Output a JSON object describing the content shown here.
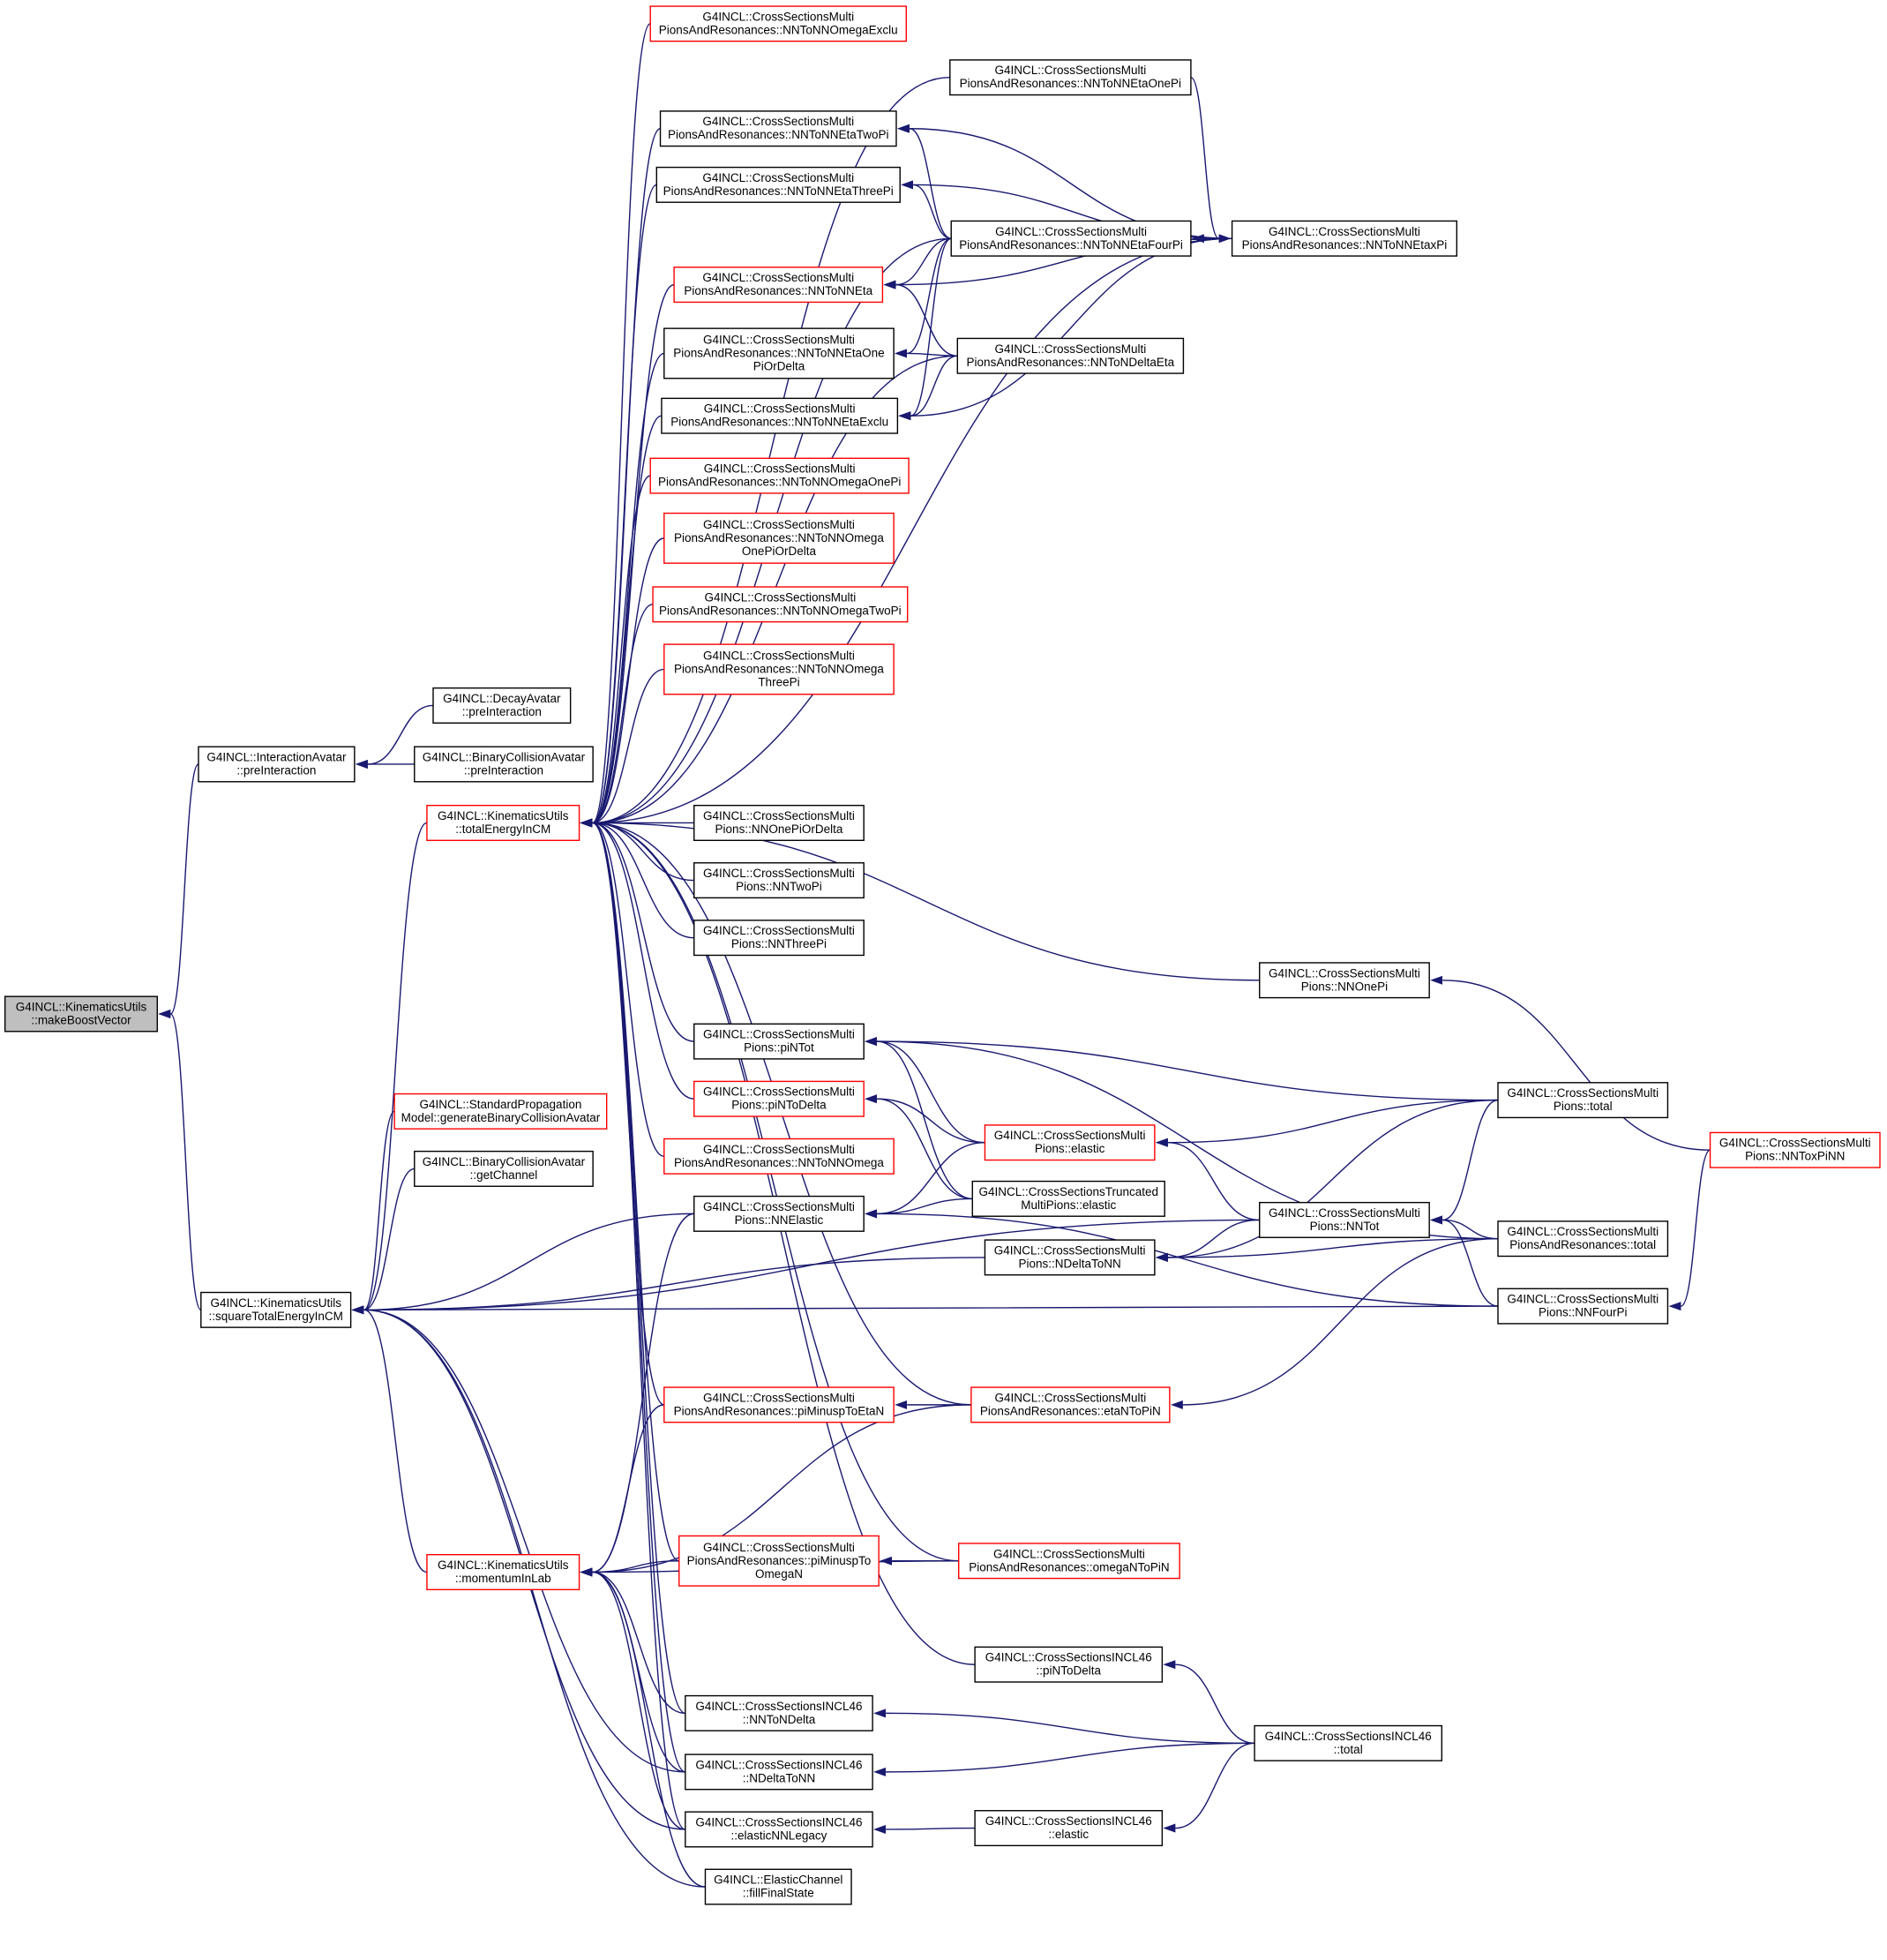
{
  "colors": {
    "edge": "#191970",
    "focus_fill": "#bfbfbf",
    "normal_border": "#000000",
    "truncated_border": "#ff0000",
    "background": "#ffffff"
  },
  "nodes": [
    {
      "id": "make",
      "lines": [
        "G4INCL::KinematicsUtils",
        "::makeBoostVector"
      ],
      "kind": "focus"
    },
    {
      "id": "ia_pre",
      "lines": [
        "G4INCL::InteractionAvatar",
        "::preInteraction"
      ],
      "kind": "normal"
    },
    {
      "id": "sqr",
      "lines": [
        "G4INCL::KinematicsUtils",
        "::squareTotalEnergyInCM"
      ],
      "kind": "normal"
    },
    {
      "id": "decay_pre",
      "lines": [
        "G4INCL::DecayAvatar",
        "::preInteraction"
      ],
      "kind": "normal"
    },
    {
      "id": "bca_pre",
      "lines": [
        "G4INCL::BinaryCollisionAvatar",
        "::preInteraction"
      ],
      "kind": "normal"
    },
    {
      "id": "tot",
      "lines": [
        "G4INCL::KinematicsUtils",
        "::totalEnergyInCM"
      ],
      "kind": "truncated"
    },
    {
      "id": "spm",
      "lines": [
        "G4INCL::StandardPropagation",
        "Model::generateBinaryCollisionAvatar"
      ],
      "kind": "truncated"
    },
    {
      "id": "bca_gc",
      "lines": [
        "G4INCL::BinaryCollisionAvatar",
        "::getChannel"
      ],
      "kind": "normal"
    },
    {
      "id": "mom",
      "lines": [
        "G4INCL::KinematicsUtils",
        "::momentumInLab"
      ],
      "kind": "truncated"
    },
    {
      "id": "omegaExclu",
      "lines": [
        "G4INCL::CrossSectionsMulti",
        "PionsAndResonances::NNToNNOmegaExclu"
      ],
      "kind": "truncated"
    },
    {
      "id": "etaTwoPi",
      "lines": [
        "G4INCL::CrossSectionsMulti",
        "PionsAndResonances::NNToNNEtaTwoPi"
      ],
      "kind": "normal"
    },
    {
      "id": "etaThreePi",
      "lines": [
        "G4INCL::CrossSectionsMulti",
        "PionsAndResonances::NNToNNEtaThreePi"
      ],
      "kind": "normal"
    },
    {
      "id": "nnEta",
      "lines": [
        "G4INCL::CrossSectionsMulti",
        "PionsAndResonances::NNToNNEta"
      ],
      "kind": "truncated"
    },
    {
      "id": "etaOnePiOrDelta",
      "lines": [
        "G4INCL::CrossSectionsMulti",
        "PionsAndResonances::NNToNNEtaOne",
        "PiOrDelta"
      ],
      "kind": "normal"
    },
    {
      "id": "etaExclu",
      "lines": [
        "G4INCL::CrossSectionsMulti",
        "PionsAndResonances::NNToNNEtaExclu"
      ],
      "kind": "normal"
    },
    {
      "id": "omegaOnePi",
      "lines": [
        "G4INCL::CrossSectionsMulti",
        "PionsAndResonances::NNToNNOmegaOnePi"
      ],
      "kind": "truncated"
    },
    {
      "id": "omegaOnePiOrDelta",
      "lines": [
        "G4INCL::CrossSectionsMulti",
        "PionsAndResonances::NNToNNOmega",
        "OnePiOrDelta"
      ],
      "kind": "truncated"
    },
    {
      "id": "omegaTwoPi",
      "lines": [
        "G4INCL::CrossSectionsMulti",
        "PionsAndResonances::NNToNNOmegaTwoPi"
      ],
      "kind": "truncated"
    },
    {
      "id": "omegaThreePi",
      "lines": [
        "G4INCL::CrossSectionsMulti",
        "PionsAndResonances::NNToNNOmega",
        "ThreePi"
      ],
      "kind": "truncated"
    },
    {
      "id": "nnOnePiOrDelta",
      "lines": [
        "G4INCL::CrossSectionsMulti",
        "Pions::NNOnePiOrDelta"
      ],
      "kind": "normal"
    },
    {
      "id": "nnTwoPi",
      "lines": [
        "G4INCL::CrossSectionsMulti",
        "Pions::NNTwoPi"
      ],
      "kind": "normal"
    },
    {
      "id": "nnThreePi",
      "lines": [
        "G4INCL::CrossSectionsMulti",
        "Pions::NNThreePi"
      ],
      "kind": "normal"
    },
    {
      "id": "piNTot",
      "lines": [
        "G4INCL::CrossSectionsMulti",
        "Pions::piNTot"
      ],
      "kind": "normal"
    },
    {
      "id": "piNToDelta",
      "lines": [
        "G4INCL::CrossSectionsMulti",
        "Pions::piNToDelta"
      ],
      "kind": "truncated"
    },
    {
      "id": "nnOmega",
      "lines": [
        "G4INCL::CrossSectionsMulti",
        "PionsAndResonances::NNToNNOmega"
      ],
      "kind": "truncated"
    },
    {
      "id": "nnElastic",
      "lines": [
        "G4INCL::CrossSectionsMulti",
        "Pions::NNElastic"
      ],
      "kind": "normal"
    },
    {
      "id": "piMinuspToEtaN",
      "lines": [
        "G4INCL::CrossSectionsMulti",
        "PionsAndResonances::piMinuspToEtaN"
      ],
      "kind": "truncated"
    },
    {
      "id": "piMinuspToOmegaN",
      "lines": [
        "G4INCL::CrossSectionsMulti",
        "PionsAndResonances::piMinuspTo",
        "OmegaN"
      ],
      "kind": "truncated"
    },
    {
      "id": "i46_nnToNDelta",
      "lines": [
        "G4INCL::CrossSectionsINCL46",
        "::NNToNDelta"
      ],
      "kind": "normal"
    },
    {
      "id": "i46_nDeltaToNN",
      "lines": [
        "G4INCL::CrossSectionsINCL46",
        "::NDeltaToNN"
      ],
      "kind": "normal"
    },
    {
      "id": "i46_elasticNNLegacy",
      "lines": [
        "G4INCL::CrossSectionsINCL46",
        "::elasticNNLegacy"
      ],
      "kind": "normal"
    },
    {
      "id": "elasticChannel",
      "lines": [
        "G4INCL::ElasticChannel",
        "::fillFinalState"
      ],
      "kind": "normal"
    },
    {
      "id": "etaOnePi",
      "lines": [
        "G4INCL::CrossSectionsMulti",
        "PionsAndResonances::NNToNNEtaOnePi"
      ],
      "kind": "normal"
    },
    {
      "id": "etaFourPi",
      "lines": [
        "G4INCL::CrossSectionsMulti",
        "PionsAndResonances::NNToNNEtaFourPi"
      ],
      "kind": "normal"
    },
    {
      "id": "nDeltaEta",
      "lines": [
        "G4INCL::CrossSectionsMulti",
        "PionsAndResonances::NNToNDeltaEta"
      ],
      "kind": "normal"
    },
    {
      "id": "nnOnePi",
      "lines": [
        "G4INCL::CrossSectionsMulti",
        "Pions::NNOnePi"
      ],
      "kind": "normal"
    },
    {
      "id": "mpElastic",
      "lines": [
        "G4INCL::CrossSectionsMulti",
        "Pions::elastic"
      ],
      "kind": "truncated"
    },
    {
      "id": "truncElastic",
      "lines": [
        "G4INCL::CrossSectionsTruncated",
        "MultiPions::elastic"
      ],
      "kind": "normal"
    },
    {
      "id": "nDeltaToNN",
      "lines": [
        "G4INCL::CrossSectionsMulti",
        "Pions::NDeltaToNN"
      ],
      "kind": "normal"
    },
    {
      "id": "etaNToPiN",
      "lines": [
        "G4INCL::CrossSectionsMulti",
        "PionsAndResonances::etaNToPiN"
      ],
      "kind": "truncated"
    },
    {
      "id": "omegaNToPiN",
      "lines": [
        "G4INCL::CrossSectionsMulti",
        "PionsAndResonances::omegaNToPiN"
      ],
      "kind": "truncated"
    },
    {
      "id": "i46_piNToDelta",
      "lines": [
        "G4INCL::CrossSectionsINCL46",
        "::piNToDelta"
      ],
      "kind": "normal"
    },
    {
      "id": "i46_elastic",
      "lines": [
        "G4INCL::CrossSectionsINCL46",
        "::elastic"
      ],
      "kind": "normal"
    },
    {
      "id": "etaxPi",
      "lines": [
        "G4INCL::CrossSectionsMulti",
        "PionsAndResonances::NNToNNEtaxPi"
      ],
      "kind": "normal"
    },
    {
      "id": "mpTotal",
      "lines": [
        "G4INCL::CrossSectionsMulti",
        "Pions::total"
      ],
      "kind": "normal"
    },
    {
      "id": "nnTot",
      "lines": [
        "G4INCL::CrossSectionsMulti",
        "Pions::NNTot"
      ],
      "kind": "normal"
    },
    {
      "id": "mprTotal",
      "lines": [
        "G4INCL::CrossSectionsMulti",
        "PionsAndResonances::total"
      ],
      "kind": "normal"
    },
    {
      "id": "nnFourPi",
      "lines": [
        "G4INCL::CrossSectionsMulti",
        "Pions::NNFourPi"
      ],
      "kind": "normal"
    },
    {
      "id": "i46_total",
      "lines": [
        "G4INCL::CrossSectionsINCL46",
        "::total"
      ],
      "kind": "normal"
    },
    {
      "id": "nnToxPiNN",
      "lines": [
        "G4INCL::CrossSectionsMulti",
        "Pions::NNToxPiNN"
      ],
      "kind": "truncated"
    }
  ],
  "edges": [
    {
      "from": "ia_pre",
      "to": "make"
    },
    {
      "from": "sqr",
      "to": "make"
    },
    {
      "from": "decay_pre",
      "to": "ia_pre"
    },
    {
      "from": "bca_pre",
      "to": "ia_pre"
    },
    {
      "from": "tot",
      "to": "sqr"
    },
    {
      "from": "spm",
      "to": "sqr"
    },
    {
      "from": "bca_gc",
      "to": "sqr"
    },
    {
      "from": "mom",
      "to": "sqr"
    },
    {
      "from": "nnElastic",
      "to": "sqr"
    },
    {
      "from": "nDeltaToNN",
      "to": "sqr"
    },
    {
      "from": "nnTot",
      "to": "sqr"
    },
    {
      "from": "nnFourPi",
      "to": "sqr"
    },
    {
      "from": "i46_nDeltaToNN",
      "to": "sqr"
    },
    {
      "from": "i46_elasticNNLegacy",
      "to": "sqr"
    },
    {
      "from": "elasticChannel",
      "to": "sqr"
    },
    {
      "from": "omegaExclu",
      "to": "tot"
    },
    {
      "from": "etaTwoPi",
      "to": "tot"
    },
    {
      "from": "etaThreePi",
      "to": "tot"
    },
    {
      "from": "nnEta",
      "to": "tot"
    },
    {
      "from": "etaOnePiOrDelta",
      "to": "tot"
    },
    {
      "from": "etaExclu",
      "to": "tot"
    },
    {
      "from": "omegaOnePi",
      "to": "tot"
    },
    {
      "from": "omegaOnePiOrDelta",
      "to": "tot"
    },
    {
      "from": "omegaTwoPi",
      "to": "tot"
    },
    {
      "from": "omegaThreePi",
      "to": "tot"
    },
    {
      "from": "nnOnePiOrDelta",
      "to": "tot"
    },
    {
      "from": "nnTwoPi",
      "to": "tot"
    },
    {
      "from": "nnThreePi",
      "to": "tot"
    },
    {
      "from": "piNTot",
      "to": "tot"
    },
    {
      "from": "piNToDelta",
      "to": "tot"
    },
    {
      "from": "nnOmega",
      "to": "tot"
    },
    {
      "from": "piMinuspToEtaN",
      "to": "tot"
    },
    {
      "from": "piMinuspToOmegaN",
      "to": "tot"
    },
    {
      "from": "i46_nnToNDelta",
      "to": "tot"
    },
    {
      "from": "i46_nDeltaToNN",
      "to": "tot"
    },
    {
      "from": "i46_elasticNNLegacy",
      "to": "tot"
    },
    {
      "from": "etaOnePi",
      "to": "tot"
    },
    {
      "from": "etaFourPi",
      "to": "tot"
    },
    {
      "from": "nDeltaEta",
      "to": "tot"
    },
    {
      "from": "nnOnePi",
      "to": "tot"
    },
    {
      "from": "etaNToPiN",
      "to": "tot"
    },
    {
      "from": "omegaNToPiN",
      "to": "tot"
    },
    {
      "from": "i46_piNToDelta",
      "to": "tot"
    },
    {
      "from": "etaxPi",
      "to": "tot"
    },
    {
      "from": "nnElastic",
      "to": "mom"
    },
    {
      "from": "piMinuspToEtaN",
      "to": "mom"
    },
    {
      "from": "piMinuspToOmegaN",
      "to": "mom"
    },
    {
      "from": "i46_nnToNDelta",
      "to": "mom"
    },
    {
      "from": "i46_nDeltaToNN",
      "to": "mom"
    },
    {
      "from": "i46_elasticNNLegacy",
      "to": "mom"
    },
    {
      "from": "elasticChannel",
      "to": "mom"
    },
    {
      "from": "etaNToPiN",
      "to": "mom"
    },
    {
      "from": "omegaNToPiN",
      "to": "mom"
    },
    {
      "from": "etaOnePi",
      "to": "etaxPi"
    },
    {
      "from": "etaxPi",
      "to": "etaTwoPi"
    },
    {
      "from": "etaFourPi",
      "to": "etaTwoPi"
    },
    {
      "from": "etaxPi",
      "to": "etaThreePi"
    },
    {
      "from": "etaFourPi",
      "to": "etaThreePi"
    },
    {
      "from": "etaFourPi",
      "to": "nnEta"
    },
    {
      "from": "etaxPi",
      "to": "nnEta"
    },
    {
      "from": "nDeltaEta",
      "to": "nnEta"
    },
    {
      "from": "etaFourPi",
      "to": "etaOnePiOrDelta"
    },
    {
      "from": "nDeltaEta",
      "to": "etaOnePiOrDelta"
    },
    {
      "from": "etaFourPi",
      "to": "etaExclu"
    },
    {
      "from": "nDeltaEta",
      "to": "etaExclu"
    },
    {
      "from": "etaxPi",
      "to": "etaExclu"
    },
    {
      "from": "etaxPi",
      "to": "etaFourPi"
    },
    {
      "from": "nnToxPiNN",
      "to": "nnOnePi"
    },
    {
      "from": "mpElastic",
      "to": "piNTot"
    },
    {
      "from": "truncElastic",
      "to": "piNTot"
    },
    {
      "from": "mpTotal",
      "to": "piNTot"
    },
    {
      "from": "mprTotal",
      "to": "piNTot"
    },
    {
      "from": "mpElastic",
      "to": "piNToDelta"
    },
    {
      "from": "truncElastic",
      "to": "piNToDelta"
    },
    {
      "from": "mpElastic",
      "to": "nnElastic"
    },
    {
      "from": "truncElastic",
      "to": "nnElastic"
    },
    {
      "from": "nnFourPi",
      "to": "nnElastic"
    },
    {
      "from": "mpTotal",
      "to": "mpElastic"
    },
    {
      "from": "nnTot",
      "to": "mpElastic"
    },
    {
      "from": "mpTotal",
      "to": "nDeltaToNN"
    },
    {
      "from": "nnTot",
      "to": "nDeltaToNN"
    },
    {
      "from": "mprTotal",
      "to": "nDeltaToNN"
    },
    {
      "from": "mpTotal",
      "to": "nnTot"
    },
    {
      "from": "mprTotal",
      "to": "nnTot"
    },
    {
      "from": "nnFourPi",
      "to": "nnTot"
    },
    {
      "from": "nnToxPiNN",
      "to": "nnFourPi"
    },
    {
      "from": "etaNToPiN",
      "to": "piMinuspToEtaN"
    },
    {
      "from": "mprTotal",
      "to": "etaNToPiN"
    },
    {
      "from": "omegaNToPiN",
      "to": "piMinuspToOmegaN"
    },
    {
      "from": "i46_total",
      "to": "i46_piNToDelta"
    },
    {
      "from": "i46_total",
      "to": "i46_nnToNDelta"
    },
    {
      "from": "i46_total",
      "to": "i46_nDeltaToNN"
    },
    {
      "from": "i46_elastic",
      "to": "i46_elasticNNLegacy"
    },
    {
      "from": "i46_total",
      "to": "i46_elastic"
    }
  ]
}
